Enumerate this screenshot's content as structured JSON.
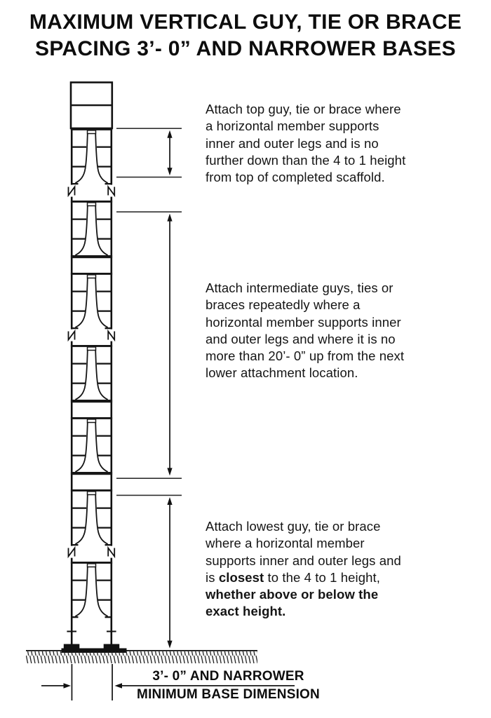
{
  "title": {
    "line1": "MAXIMUM VERTICAL GUY, TIE OR BRACE",
    "line2": "SPACING 3’- 0” AND NARROWER BASES"
  },
  "annotations": {
    "top": {
      "lines": [
        "Attach top guy, tie or brace where",
        "a horizontal member supports",
        "inner and outer legs and is no",
        "further down than the 4 to 1 height",
        "from top of completed scaffold."
      ]
    },
    "intermediate": {
      "lines": [
        "Attach intermediate guys, ties or",
        "braces repeatedly where a",
        "horizontal member supports inner",
        "and outer legs and where it is no",
        "more than 20’- 0” up from the next",
        "lower attachment location."
      ]
    },
    "lowest": {
      "line1": "Attach lowest guy, tie or brace",
      "line2": "where a horizontal member",
      "line3": "supports inner and outer legs and",
      "line4_pre": "is ",
      "line4_bold": "closest",
      "line4_post": " to the 4 to 1 height,",
      "line5_bold": "whether above or below the",
      "line6_bold": "exact height."
    }
  },
  "footer": {
    "dimension_label": "3’- 0” AND NARROWER",
    "base_label": "MINIMUM BASE DIMENSION"
  },
  "colors": {
    "ink": "#111111",
    "paper": "#ffffff"
  }
}
